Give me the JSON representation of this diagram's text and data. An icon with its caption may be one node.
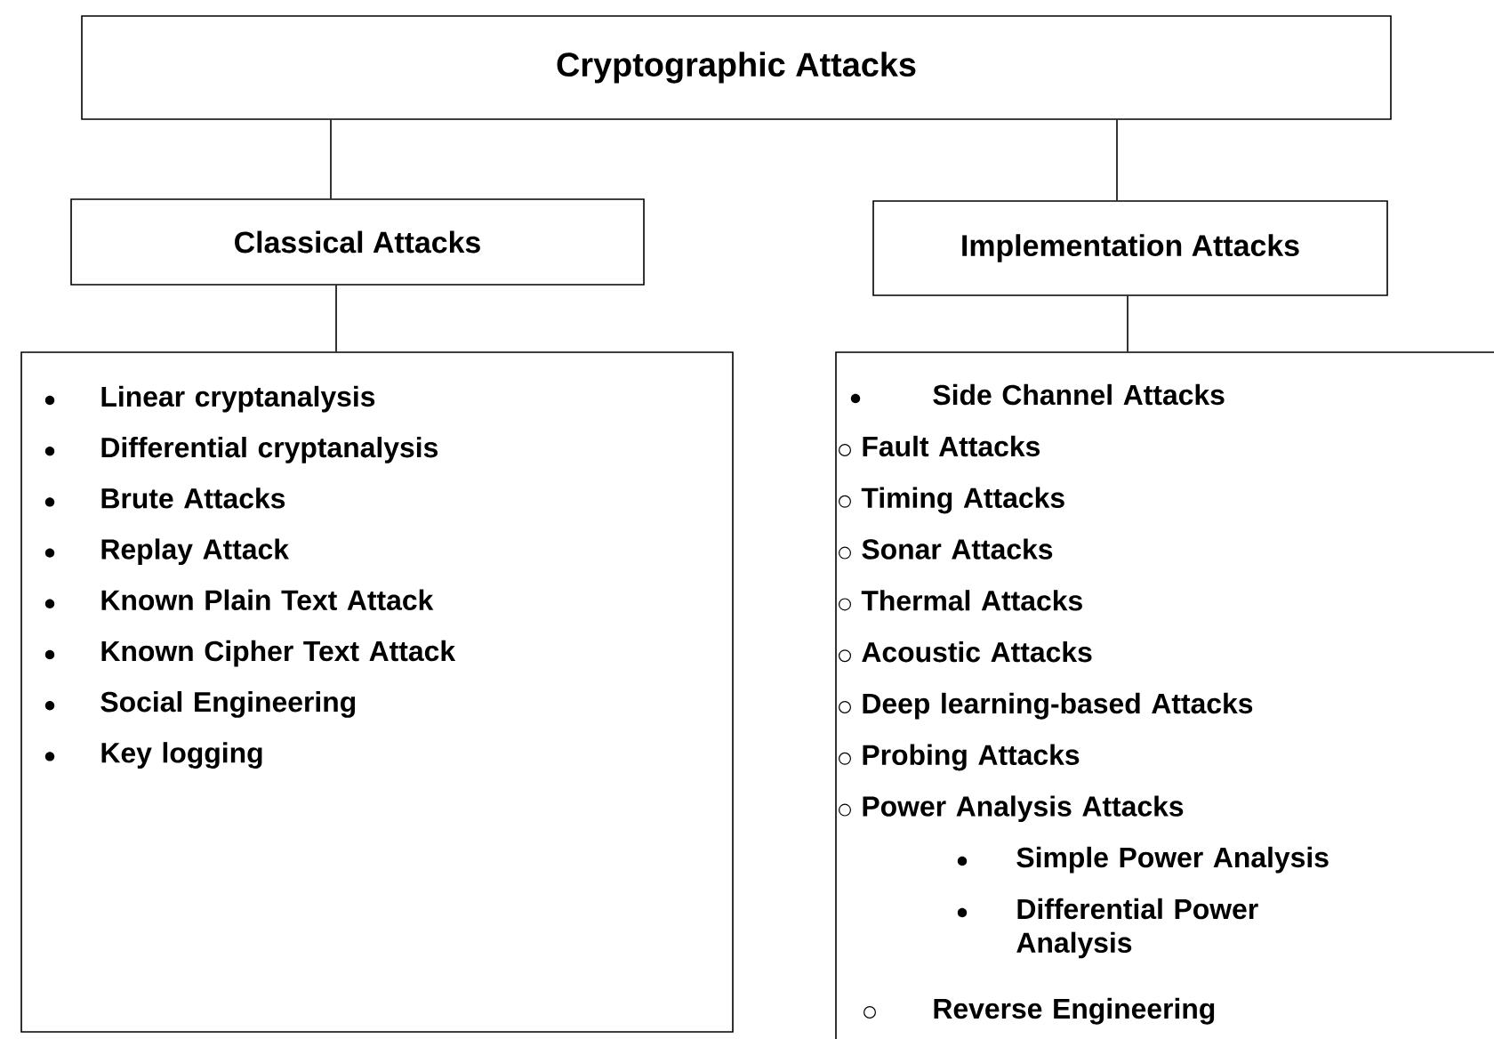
{
  "diagram": {
    "nodes": [
      {
        "text": [
          "Cryptographic Attacks"
        ]
      },
      {
        "text": [
          "Classical Attacks"
        ]
      },
      {
        "text": [
          "Implementation Attacks"
        ]
      },
      {
        "text": [
          "Linear cryptanalysis",
          "Differential cryptanalysis",
          "Brute Attacks",
          "Replay Attack",
          "Known Plain Text Attack",
          "Known Cipher Text Attack",
          "Social Engineering",
          "Key logging"
        ]
      },
      {
        "text": [
          "Side Channel Attacks",
          "Fault Attacks",
          "Timing Attacks",
          "Sonar Attacks",
          "Thermal Attacks",
          "Acoustic Attacks",
          "Deep learning-based Attacks",
          "Probing Attacks",
          "Power Analysis Attacks",
          "Simple Power Analysis",
          "Differential Power Analysis",
          "Reverse Engineering"
        ]
      }
    ],
    "edges": [
      {
        "from": 0,
        "to": 1,
        "arrow": "none"
      },
      {
        "from": 0,
        "to": 2,
        "arrow": "none"
      },
      {
        "from": 1,
        "to": 3,
        "arrow": "none"
      },
      {
        "from": 2,
        "to": 4,
        "arrow": "none"
      }
    ]
  }
}
